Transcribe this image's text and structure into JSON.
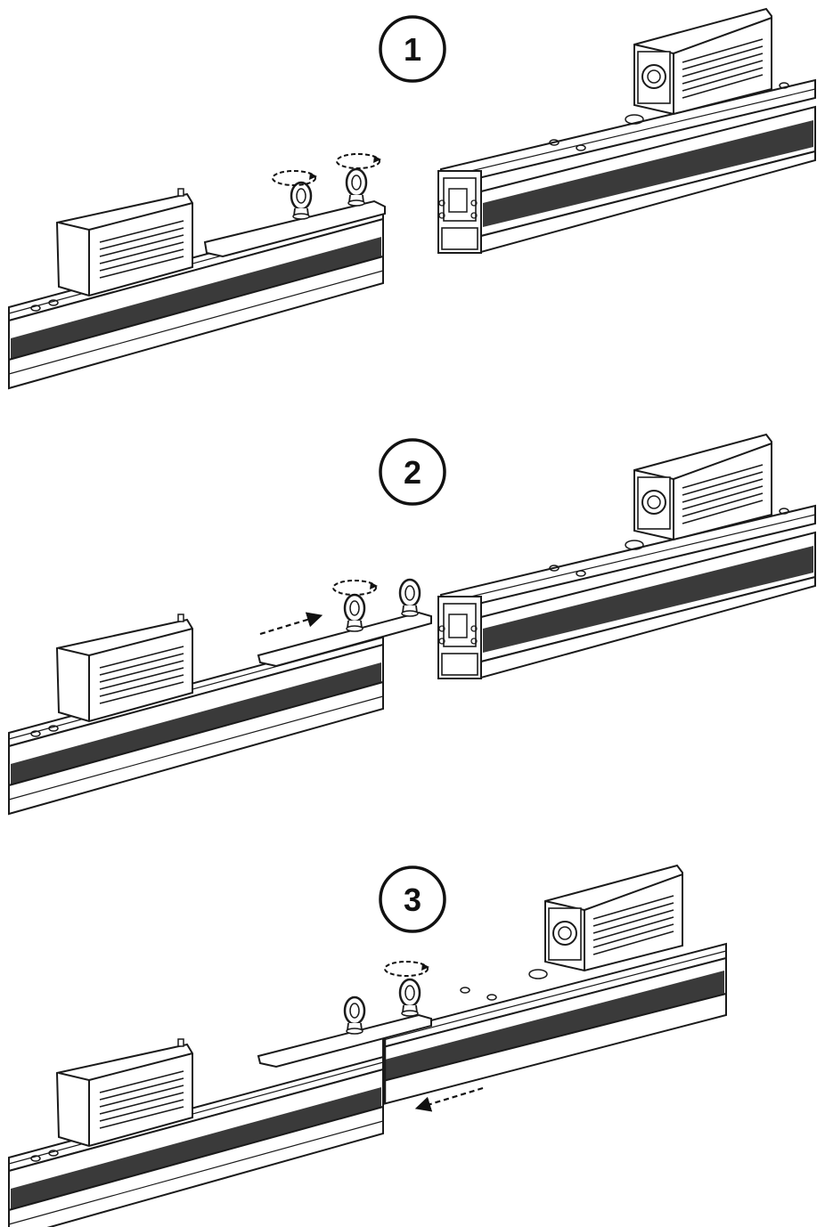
{
  "steps": [
    {
      "label": "1"
    },
    {
      "label": "2"
    },
    {
      "label": "3"
    }
  ],
  "colors": {
    "line": "#1a1a1a",
    "stripe": "#3a3a3a",
    "background": "#ffffff"
  }
}
